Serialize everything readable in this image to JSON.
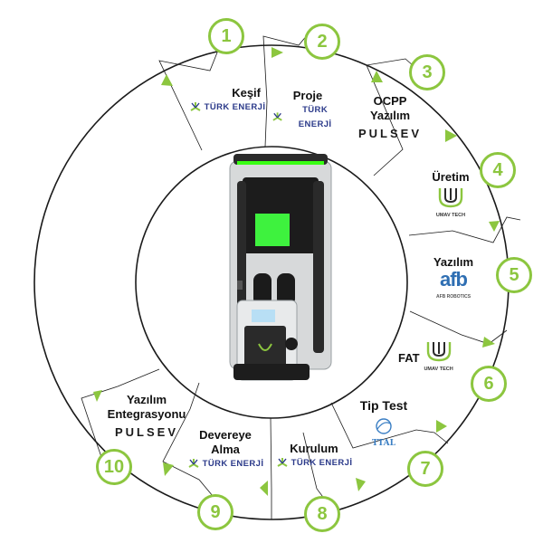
{
  "colors": {
    "accent": "#8cc63f",
    "ring": "#1a1a1a",
    "tek_blue": "#2b3a8a",
    "afb_blue": "#2f6fb3"
  },
  "steps": [
    {
      "number": "1",
      "title": "Keşif",
      "logo": "TÜRK ENERJİ"
    },
    {
      "number": "2",
      "title": "Proje",
      "logo": "TÜRK ENERJİ"
    },
    {
      "number": "3",
      "title_lines": [
        "OCPP",
        "Yazılım"
      ],
      "logo": "PULSEV"
    },
    {
      "number": "4",
      "title": "Üretim",
      "logo": "UMAV TECH"
    },
    {
      "number": "5",
      "title": "Yazılım",
      "logo": "afb",
      "logo_sub": "AFB ROBOTICS"
    },
    {
      "number": "6",
      "title": "FAT",
      "logo": "UMAV TECH"
    },
    {
      "number": "7",
      "title": "Tip Test",
      "logo": "TTAL"
    },
    {
      "number": "8",
      "title": "Kurulum",
      "logo": "TÜRK ENERJİ"
    },
    {
      "number": "9",
      "title_lines": [
        "Devereye",
        "Alma"
      ],
      "logo": "TÜRK ENERJİ"
    },
    {
      "number": "10",
      "title_lines": [
        "Yazılım",
        "Entegrasyonu"
      ],
      "logo": "PULSEV"
    }
  ]
}
